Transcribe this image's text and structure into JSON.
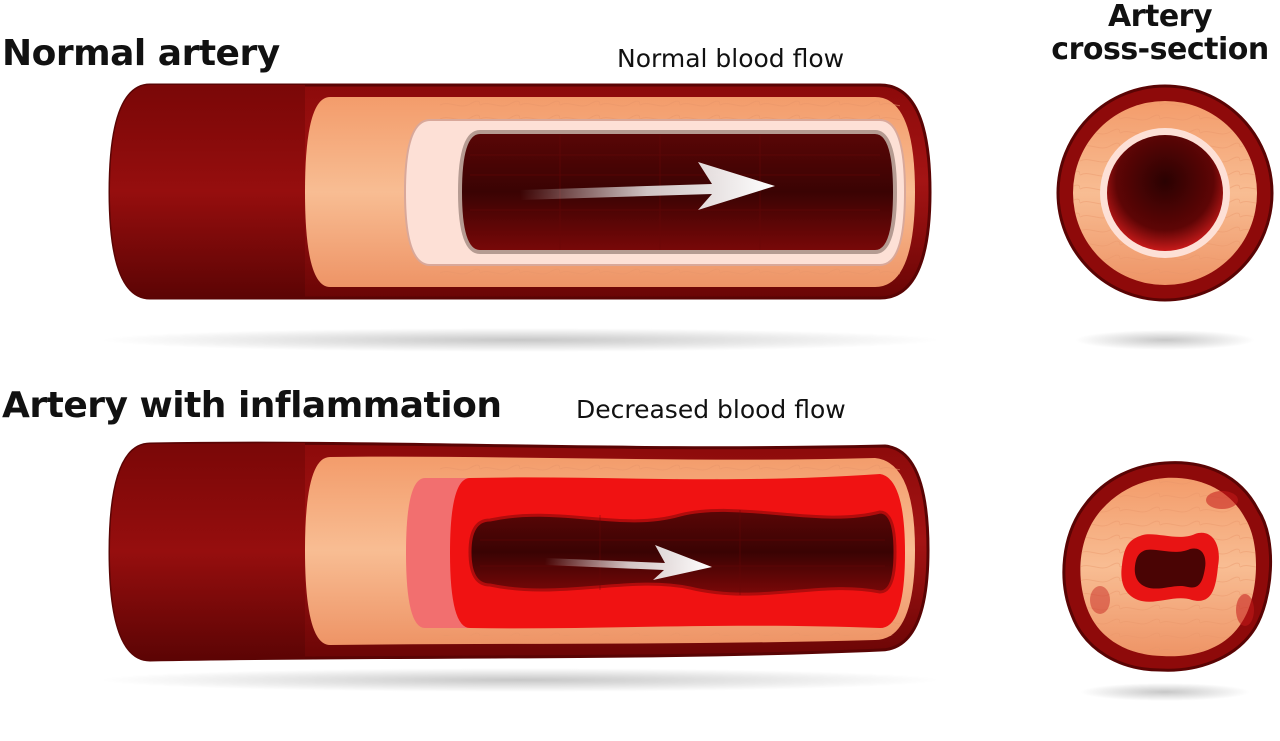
{
  "labels": {
    "normal_title": "Normal artery",
    "normal_flow": "Normal blood flow",
    "inflamed_title": "Artery with inflammation",
    "inflamed_flow": "Decreased blood flow",
    "cross_section_line1": "Artery",
    "cross_section_line2": "cross-section"
  },
  "colors": {
    "outer_wall": "#9b0e0e",
    "outer_wall_dark": "#6e0606",
    "tissue": "#f6b083",
    "tissue_light": "#fbd1b3",
    "inner_lining": "#fde0d6",
    "lumen": "#4a0505",
    "inflamed": "#f01212",
    "inflamed_cap": "#f26f6f",
    "flow_arrow": "#f2f2f2"
  }
}
